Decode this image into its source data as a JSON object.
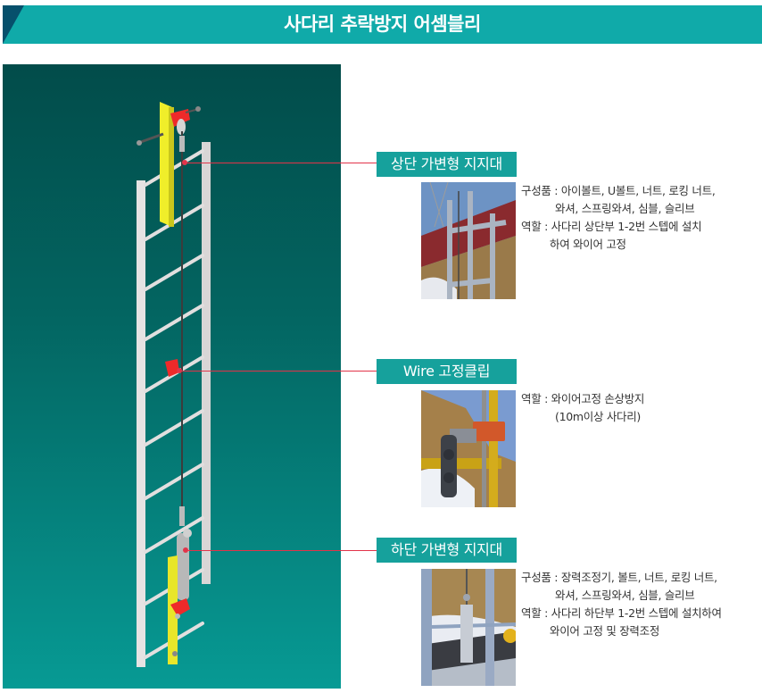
{
  "header": {
    "title": "사다리 추락방지 어셈블리",
    "colors": {
      "bar": "#10aaa9",
      "corner": "#06506c"
    }
  },
  "diagram": {
    "description": "3D render of vertical ladder with fall arrest wire system",
    "background_top": "#024c4a",
    "background_bottom": "#079a94",
    "callout_color": "#e2344a"
  },
  "components": [
    {
      "label": "상단 가변형 지지대",
      "photo": "top-bracket-photo",
      "lines": [
        "구성품 : 아이볼트, U볼트, 너트, 로킹 너트,",
        "와셔, 스프링와셔, 심블, 슬리브",
        "역할 : 사다리 상단부 1-2번 스텝에 설치",
        "하여 와이어 고정"
      ]
    },
    {
      "label": "Wire 고정클립",
      "photo": "wire-clip-photo",
      "lines": [
        "역할 : 와이어고정 손상방지",
        "(10m이상 사다리)"
      ]
    },
    {
      "label": "하단 가변형 지지대",
      "photo": "bottom-bracket-photo",
      "lines": [
        "구성품 : 장력조정기, 볼트, 너트, 로킹 너트,",
        "와셔, 스프링와셔, 심블, 슬리브",
        "역할 : 사다리 하단부 1-2번 스텝에 설치하여",
        "와이어 고정 및 장력조정"
      ]
    }
  ]
}
